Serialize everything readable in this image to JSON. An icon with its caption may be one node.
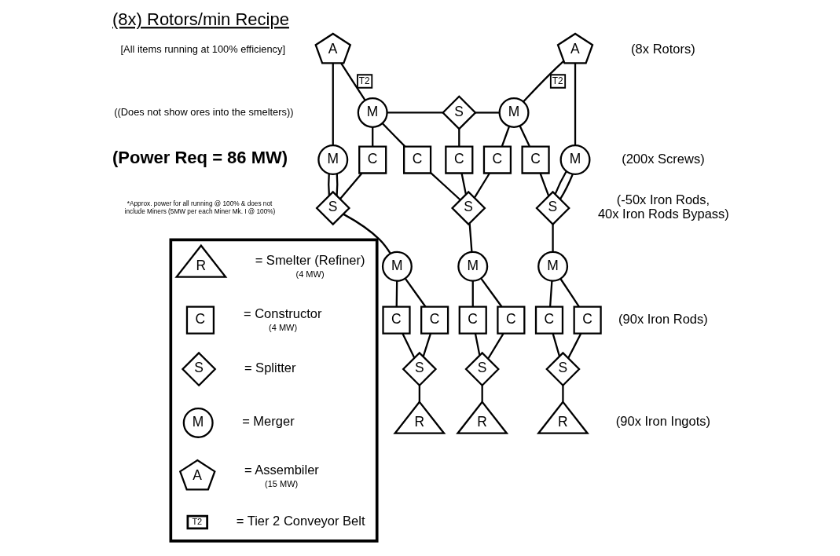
{
  "diagram": {
    "title": "(8x) Rotors/min Recipe",
    "nodes": [
      {
        "text": [
          "A"
        ]
      },
      {
        "text": [
          "A"
        ]
      },
      {
        "text": [
          "M"
        ]
      },
      {
        "text": [
          "S"
        ]
      },
      {
        "text": [
          "M"
        ]
      },
      {
        "text": [
          "M"
        ]
      },
      {
        "text": [
          "C"
        ]
      },
      {
        "text": [
          "C"
        ]
      },
      {
        "text": [
          "C"
        ]
      },
      {
        "text": [
          "C"
        ]
      },
      {
        "text": [
          "C"
        ]
      },
      {
        "text": [
          "M"
        ]
      },
      {
        "text": [
          "S"
        ]
      },
      {
        "text": [
          "S"
        ]
      },
      {
        "text": [
          "S"
        ]
      },
      {
        "text": [
          "M"
        ]
      },
      {
        "text": [
          "M"
        ]
      },
      {
        "text": [
          "M"
        ]
      },
      {
        "text": [
          "C"
        ]
      },
      {
        "text": [
          "C"
        ]
      },
      {
        "text": [
          "C"
        ]
      },
      {
        "text": [
          "C"
        ]
      },
      {
        "text": [
          "C"
        ]
      },
      {
        "text": [
          "C"
        ]
      },
      {
        "text": [
          "S"
        ]
      },
      {
        "text": [
          "S"
        ]
      },
      {
        "text": [
          "S"
        ]
      },
      {
        "text": [
          "R"
        ]
      },
      {
        "text": [
          "R"
        ]
      },
      {
        "text": [
          "R"
        ]
      },
      {
        "text": [],
        "shape": "box"
      },
      {
        "text": [
          "R"
        ],
        "in": 30,
        "beside": [
          "= Smelter (Refiner)",
          "(4 MW)"
        ]
      },
      {
        "text": [
          "C"
        ],
        "in": 30,
        "beside": [
          "= Constructor",
          "(4 MW)"
        ]
      },
      {
        "text": [
          "S"
        ],
        "in": 30,
        "beside": [
          "= Splitter"
        ]
      },
      {
        "text": [
          "M"
        ],
        "in": 30,
        "beside": [
          "= Merger"
        ]
      },
      {
        "text": [
          "A"
        ],
        "in": 30,
        "beside": [
          "= Assembiler",
          "(15 MW)"
        ]
      },
      {
        "text": [
          "T2"
        ],
        "in": 30,
        "beside": [
          "= Tier 2 Conveyor Belt"
        ]
      }
    ],
    "edges": [
      {
        "from": 0,
        "to": 5,
        "arrow": "none"
      },
      {
        "from": 0,
        "to": 2,
        "arrow": "none",
        "label": "T2"
      },
      {
        "from": 1,
        "to": 4,
        "arrow": "none",
        "label": "T2"
      },
      {
        "from": 1,
        "to": 11,
        "arrow": "none"
      },
      {
        "from": 2,
        "to": 3,
        "arrow": "none"
      },
      {
        "from": 3,
        "to": 4,
        "arrow": "none"
      },
      {
        "from": 2,
        "to": 6,
        "arrow": "none"
      },
      {
        "from": 2,
        "to": 7,
        "arrow": "none"
      },
      {
        "from": 3,
        "to": 8,
        "arrow": "none"
      },
      {
        "from": 4,
        "to": 9,
        "arrow": "none"
      },
      {
        "from": 4,
        "to": 10,
        "arrow": "none"
      },
      {
        "from": 5,
        "to": 12,
        "arrow": "none"
      },
      {
        "from": 5,
        "to": 12,
        "arrow": "none"
      },
      {
        "from": 6,
        "to": 12,
        "arrow": "none"
      },
      {
        "from": 7,
        "to": 13,
        "arrow": "none"
      },
      {
        "from": 8,
        "to": 13,
        "arrow": "none"
      },
      {
        "from": 9,
        "to": 13,
        "arrow": "none"
      },
      {
        "from": 10,
        "to": 14,
        "arrow": "none"
      },
      {
        "from": 11,
        "to": 14,
        "arrow": "none"
      },
      {
        "from": 11,
        "to": 14,
        "arrow": "none"
      },
      {
        "from": 12,
        "to": 15,
        "arrow": "none"
      },
      {
        "from": 13,
        "to": 16,
        "arrow": "none"
      },
      {
        "from": 14,
        "to": 17,
        "arrow": "none"
      },
      {
        "from": 15,
        "to": 18,
        "arrow": "none"
      },
      {
        "from": 15,
        "to": 19,
        "arrow": "none"
      },
      {
        "from": 16,
        "to": 20,
        "arrow": "none"
      },
      {
        "from": 16,
        "to": 21,
        "arrow": "none"
      },
      {
        "from": 17,
        "to": 22,
        "arrow": "none"
      },
      {
        "from": 17,
        "to": 23,
        "arrow": "none"
      },
      {
        "from": 18,
        "to": 24,
        "arrow": "none"
      },
      {
        "from": 19,
        "to": 24,
        "arrow": "none"
      },
      {
        "from": 20,
        "to": 25,
        "arrow": "none"
      },
      {
        "from": 21,
        "to": 25,
        "arrow": "none"
      },
      {
        "from": 22,
        "to": 26,
        "arrow": "none"
      },
      {
        "from": 23,
        "to": 26,
        "arrow": "none"
      },
      {
        "from": 24,
        "to": 27,
        "arrow": "none"
      },
      {
        "from": 25,
        "to": 28,
        "arrow": "none"
      },
      {
        "from": 26,
        "to": 29,
        "arrow": "none"
      }
    ],
    "labels": [
      "(8x Rotors)",
      "[All items running at 100% efficiency]",
      "((Does not show ores into the smelters))",
      "(Power Req = 86 MW)",
      "(200x Screws)",
      "*Approx. power for all running @ 100% & does not include Miners (5MW per each Miner Mk. I @ 100%)",
      "(-50x Iron Rods, 40x Iron Rods Bypass)",
      "(90x Iron Rods)",
      "(90x Iron Ingots)"
    ]
  }
}
